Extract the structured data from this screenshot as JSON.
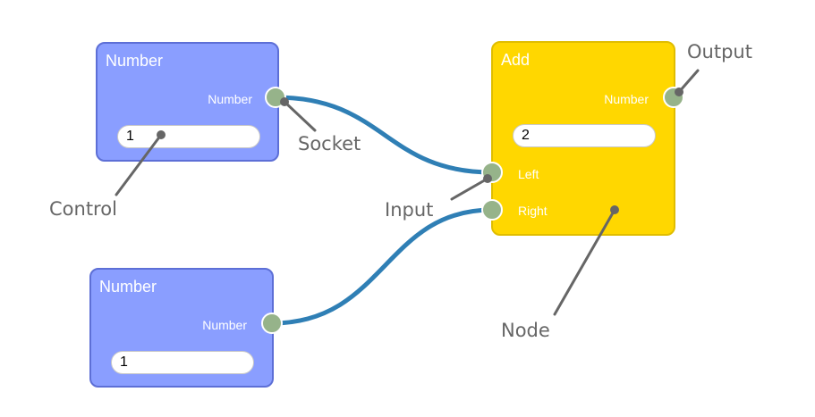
{
  "nodes": {
    "number1": {
      "title": "Number",
      "output_label": "Number",
      "value": "1"
    },
    "number2": {
      "title": "Number",
      "output_label": "Number",
      "value": "1"
    },
    "add": {
      "title": "Add",
      "output_label": "Number",
      "value": "2",
      "input_left_label": "Left",
      "input_right_label": "Right"
    }
  },
  "annotations": {
    "socket": "Socket",
    "control": "Control",
    "input": "Input",
    "output": "Output",
    "node": "Node"
  },
  "colors": {
    "number_node": "#8a9eff",
    "add_node": "#ffd700",
    "socket": "#96b38a",
    "connection": "#2f7fb5",
    "pointer": "#666666"
  }
}
